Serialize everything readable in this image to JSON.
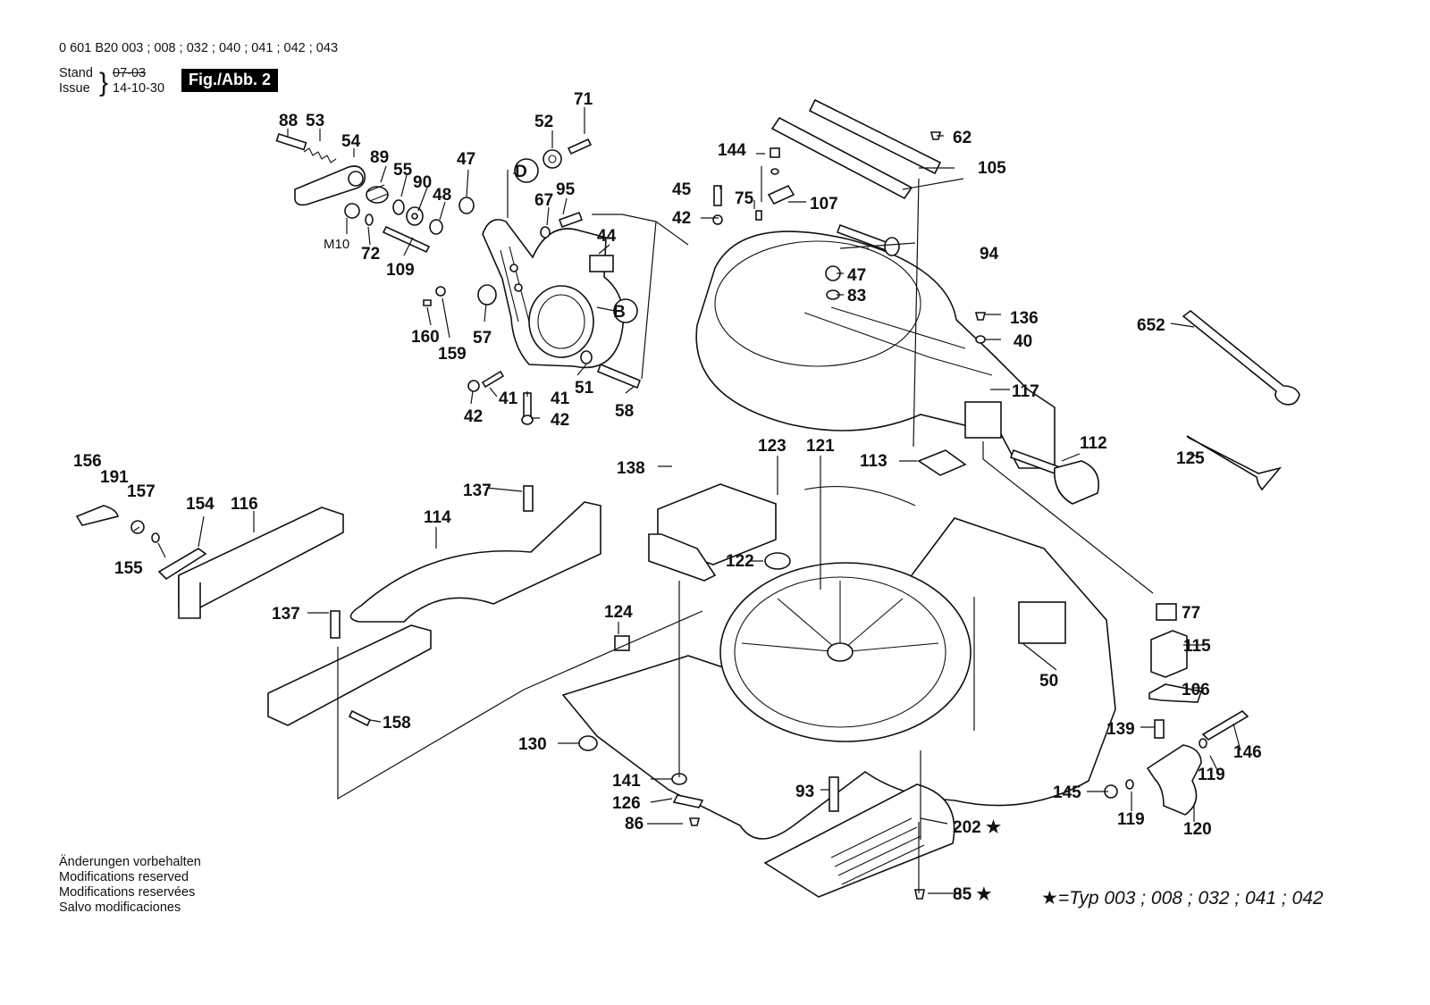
{
  "header": {
    "model_line": "0 601 B20 003 ; 008 ; 032 ; 040 ; 041 ; 042 ; 043",
    "stand_label": "Stand",
    "issue_label": "Issue",
    "stand_value": "07-03",
    "issue_value": "14-10-30",
    "figure_badge": "Fig./Abb. 2"
  },
  "footnote": {
    "lines": [
      "Änderungen vorbehalten",
      "Modifications reserved",
      "Modifications reservées",
      "Salvo modificaciones"
    ]
  },
  "type_note": {
    "star": "★",
    "text": "=Typ 003 ; 008 ; 032 ; 041 ; 042"
  },
  "callouts": [
    "88",
    "53",
    "54",
    "89",
    "55",
    "90",
    "48",
    "47",
    "52",
    "71",
    "67",
    "95",
    "44",
    "D",
    "B",
    "M10",
    "72",
    "109",
    "160",
    "159",
    "57",
    "41",
    "42",
    "41",
    "42",
    "51",
    "58",
    "144",
    "62",
    "105",
    "45",
    "75",
    "107",
    "42",
    "94",
    "47",
    "83",
    "136",
    "40",
    "117",
    "652",
    "112",
    "125",
    "113",
    "138",
    "123",
    "121",
    "122",
    "156",
    "191",
    "157",
    "154",
    "116",
    "155",
    "137",
    "114",
    "137",
    "158",
    "124",
    "130",
    "141",
    "126",
    "86",
    "93",
    "202 ★",
    "85 ★",
    "50",
    "77",
    "115",
    "106",
    "139",
    "146",
    "145",
    "119",
    "119",
    "120"
  ]
}
